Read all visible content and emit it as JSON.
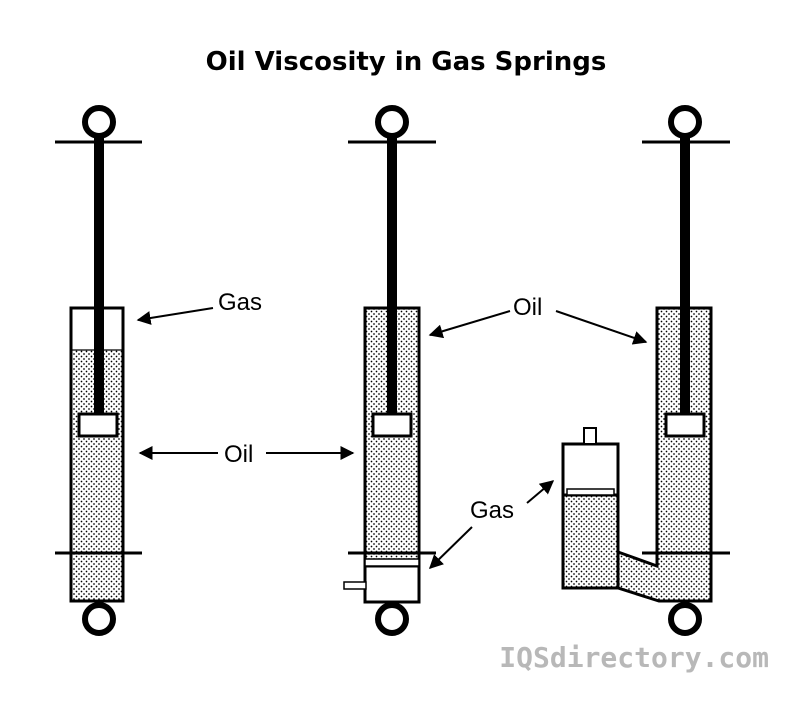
{
  "title": "Oil Viscosity in Gas Springs",
  "labels": {
    "gas_left": "Gas",
    "oil_left": "Oil",
    "oil_top": "Oil",
    "gas_middle": "Gas"
  },
  "watermark": "IQSdirectory.com",
  "colors": {
    "line": "#000000",
    "background": "#ffffff",
    "oil_dots": "#000000",
    "watermark": "#b8b8b8"
  }
}
